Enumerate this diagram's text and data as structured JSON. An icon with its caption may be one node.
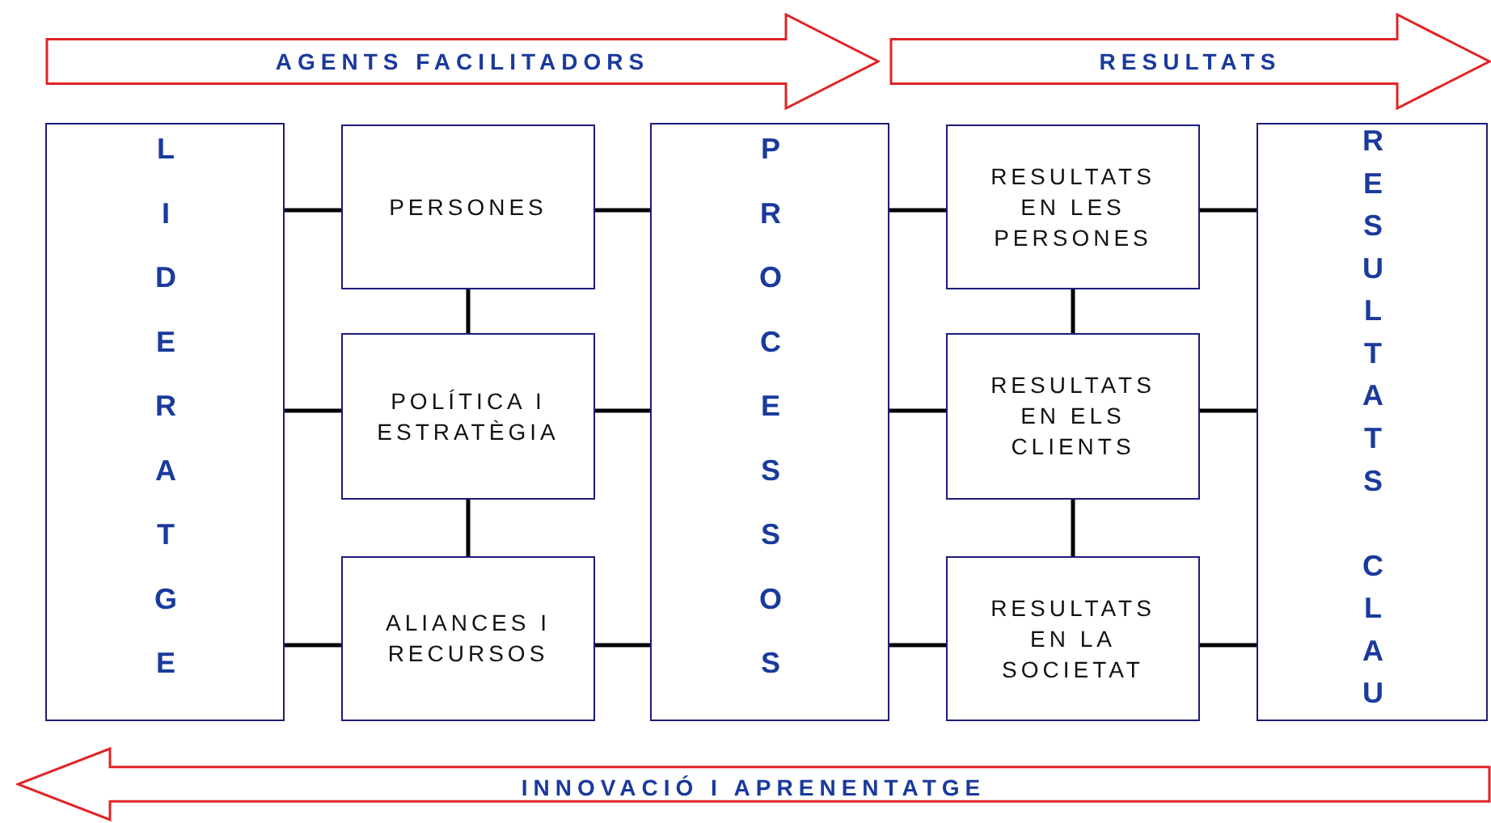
{
  "diagram": {
    "nodes": [
      {
        "text": [
          "AGENTS FACILITADORS"
        ]
      },
      {
        "text": [
          "RESULTATS"
        ]
      },
      {
        "text": [
          "LIDERATGE"
        ]
      },
      {
        "text": [
          "PERSONES"
        ]
      },
      {
        "text": [
          "POLÍTICA I ESTRATÈGIA"
        ]
      },
      {
        "text": [
          "ALIANCES I RECURSOS"
        ]
      },
      {
        "text": [
          "PROCESSOS"
        ]
      },
      {
        "text": [
          "RESULTATS EN LES PERSONES"
        ]
      },
      {
        "text": [
          "RESULTATS EN ELS CLIENTS"
        ]
      },
      {
        "text": [
          "RESULTATS EN LA SOCIETAT"
        ]
      },
      {
        "text": [
          "RESULTATS CLAU"
        ]
      },
      {
        "text": [
          "INNOVACIÓ I APRENENTATGE"
        ]
      }
    ],
    "edges": [
      {
        "from": 2,
        "to": 3,
        "arrow": "none"
      },
      {
        "from": 2,
        "to": 4,
        "arrow": "none"
      },
      {
        "from": 2,
        "to": 5,
        "arrow": "none"
      },
      {
        "from": 3,
        "to": 4,
        "arrow": "none"
      },
      {
        "from": 4,
        "to": 5,
        "arrow": "none"
      },
      {
        "from": 3,
        "to": 6,
        "arrow": "none"
      },
      {
        "from": 4,
        "to": 6,
        "arrow": "none"
      },
      {
        "from": 5,
        "to": 6,
        "arrow": "none"
      },
      {
        "from": 6,
        "to": 7,
        "arrow": "none"
      },
      {
        "from": 6,
        "to": 8,
        "arrow": "none"
      },
      {
        "from": 6,
        "to": 9,
        "arrow": "none"
      },
      {
        "from": 7,
        "to": 8,
        "arrow": "none"
      },
      {
        "from": 8,
        "to": 9,
        "arrow": "none"
      },
      {
        "from": 7,
        "to": 10,
        "arrow": "none"
      },
      {
        "from": 8,
        "to": 10,
        "arrow": "none"
      },
      {
        "from": 9,
        "to": 10,
        "arrow": "none"
      }
    ]
  }
}
